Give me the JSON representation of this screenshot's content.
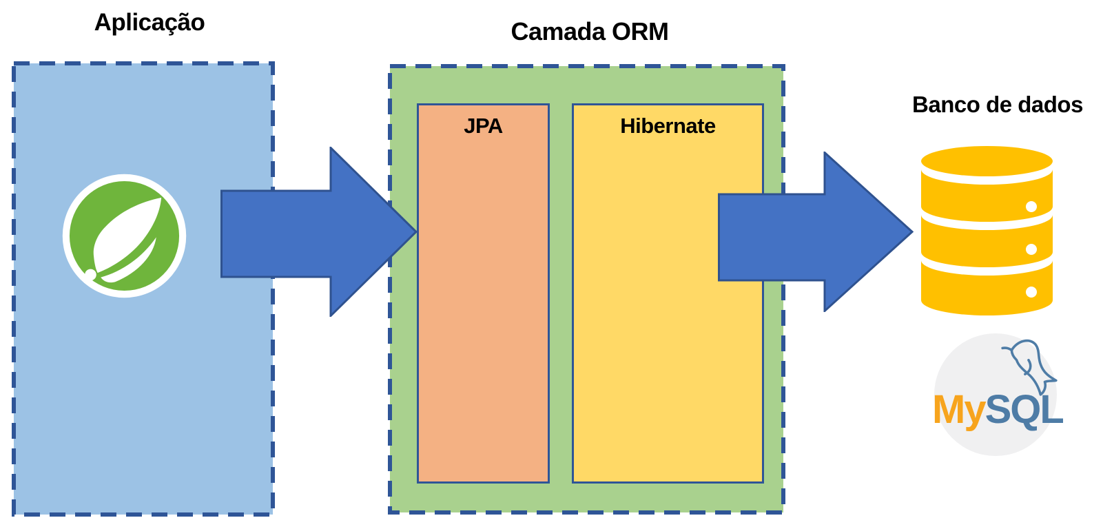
{
  "application": {
    "title": "Aplicação",
    "box_fill": "#9CC2E5",
    "logo_icon": "spring-leaf-icon",
    "logo_green": "#6FB53C"
  },
  "orm": {
    "title": "Camada ORM",
    "box_fill": "#A9D18E",
    "children": [
      {
        "label": "JPA",
        "fill": "#F4B183"
      },
      {
        "label": "Hibernate",
        "fill": "#FFD966"
      }
    ]
  },
  "database": {
    "title": "Banco de dados",
    "icon": "database-cylinder-icon",
    "icon_color": "#FFC000",
    "mysql": {
      "logo_icon": "mysql-dolphin-icon",
      "circle_fill": "#F0F0F1",
      "wordmark_my": "My",
      "wordmark_sql": "SQL",
      "my_color": "#F7A41D",
      "sql_color": "#4E7CA6"
    }
  },
  "arrows": {
    "fill": "#4472C4",
    "stroke": "#2F528F"
  },
  "dashed_border_color": "#2F5597"
}
